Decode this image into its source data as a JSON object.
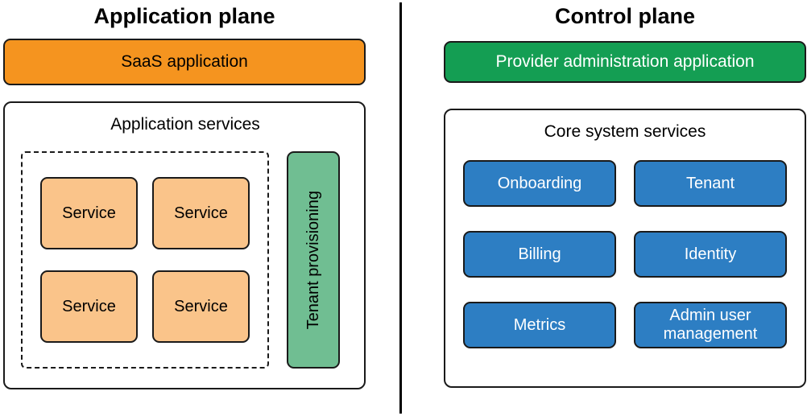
{
  "application_plane": {
    "title": "Application plane",
    "saas_application": "SaaS application",
    "services": {
      "title": "Application services",
      "items": [
        "Service",
        "Service",
        "Service",
        "Service"
      ],
      "tenant_provisioning": "Tenant provisioning"
    }
  },
  "control_plane": {
    "title": "Control plane",
    "provider_admin": "Provider administration application",
    "core_services": {
      "title": "Core system services",
      "items": [
        "Onboarding",
        "Tenant",
        "Billing",
        "Identity",
        "Metrics",
        "Admin user management"
      ]
    }
  },
  "colors": {
    "orange": "#F5941F",
    "light_orange": "#FAC48A",
    "green": "#149E53",
    "light_green": "#70BE92",
    "blue": "#2D7EC3"
  }
}
